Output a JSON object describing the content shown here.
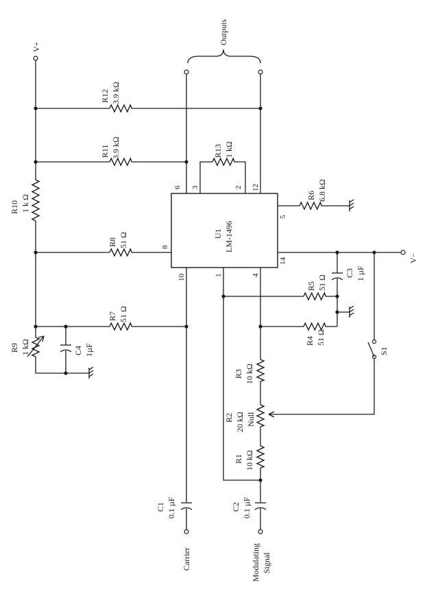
{
  "supplies": {
    "vplus": "V+",
    "vminus": "V−"
  },
  "outputs": "Outputs",
  "chip": {
    "ref": "U1",
    "part": "LM-1496"
  },
  "pins": {
    "p1": "1",
    "p2": "2",
    "p3": "3",
    "p4": "4",
    "p5": "5",
    "p6": "6",
    "p8": "8",
    "p10": "10",
    "p12": "12",
    "p14": "14"
  },
  "resistors": {
    "R1": {
      "ref": "R1",
      "value": "10 kΩ"
    },
    "R2": {
      "ref": "R2",
      "value": "20 kΩ",
      "note": "Null"
    },
    "R3": {
      "ref": "R3",
      "value": "10 kΩ"
    },
    "R4": {
      "ref": "R4",
      "value": "51 Ω"
    },
    "R5": {
      "ref": "R5",
      "value": "51 Ω"
    },
    "R6": {
      "ref": "R6",
      "value": "6.8 kΩ"
    },
    "R7": {
      "ref": "R7",
      "value": "51 Ω"
    },
    "R8": {
      "ref": "R8",
      "value": "51 Ω"
    },
    "R9": {
      "ref": "R9",
      "value": "1 kΩ"
    },
    "R10": {
      "ref": "R10",
      "value": "1 k Ω"
    },
    "R11": {
      "ref": "R11",
      "value": "3.9 kΩ"
    },
    "R12": {
      "ref": "R12",
      "value": "3.9  kΩ"
    },
    "R13": {
      "ref": "R13",
      "value": "1 kΩ"
    }
  },
  "capacitors": {
    "C1": {
      "ref": "C1",
      "value": "0.1 µF"
    },
    "C2": {
      "ref": "C2",
      "value": "0.1 µF"
    },
    "C3": {
      "ref": "C3",
      "value": "1 µF"
    },
    "C4": {
      "ref": "C4",
      "value": "1µF"
    }
  },
  "switch": {
    "ref": "S1"
  },
  "inputs": {
    "carrier": "Carrier",
    "modulating_1": "Modulating",
    "modulating_2": "Signal"
  }
}
